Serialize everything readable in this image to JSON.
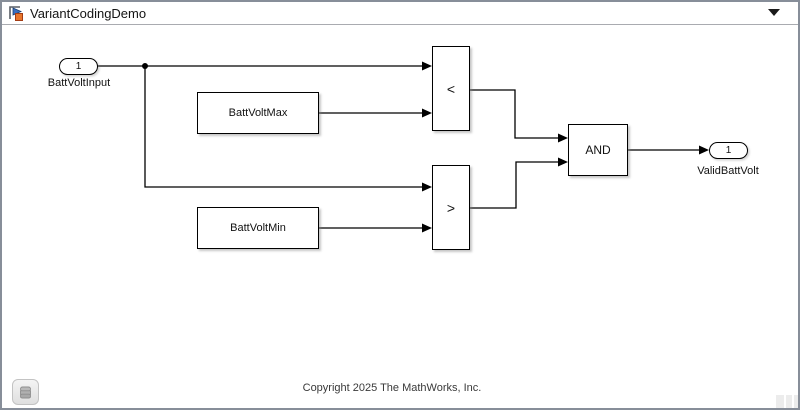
{
  "window": {
    "title": "VariantCodingDemo",
    "title_icon": "simulink-model-icon",
    "dropdown_icon": "chevron-down-icon"
  },
  "diagram": {
    "inport": {
      "number": "1",
      "label": "BattVoltInput"
    },
    "outport": {
      "number": "1",
      "label": "ValidBattVolt"
    },
    "blocks": {
      "battvoltmax": {
        "label": "BattVoltMax",
        "type": "constant"
      },
      "battvoltmin": {
        "label": "BattVoltMin",
        "type": "constant"
      },
      "less_than": {
        "label": "<",
        "type": "relational-operator"
      },
      "greater_than": {
        "label": ">",
        "type": "relational-operator"
      },
      "and": {
        "label": "AND",
        "type": "logical-operator"
      }
    },
    "annotation": "Copyright 2025 The MathWorks, Inc."
  },
  "statusbar": {
    "data_browser_icon": "data-browser-icon"
  },
  "colors": {
    "wire": "#000000",
    "frame": "#878e99",
    "canvas": "#ffffff",
    "icon_blue": "#3a6fbf",
    "icon_orange": "#e8762c"
  }
}
